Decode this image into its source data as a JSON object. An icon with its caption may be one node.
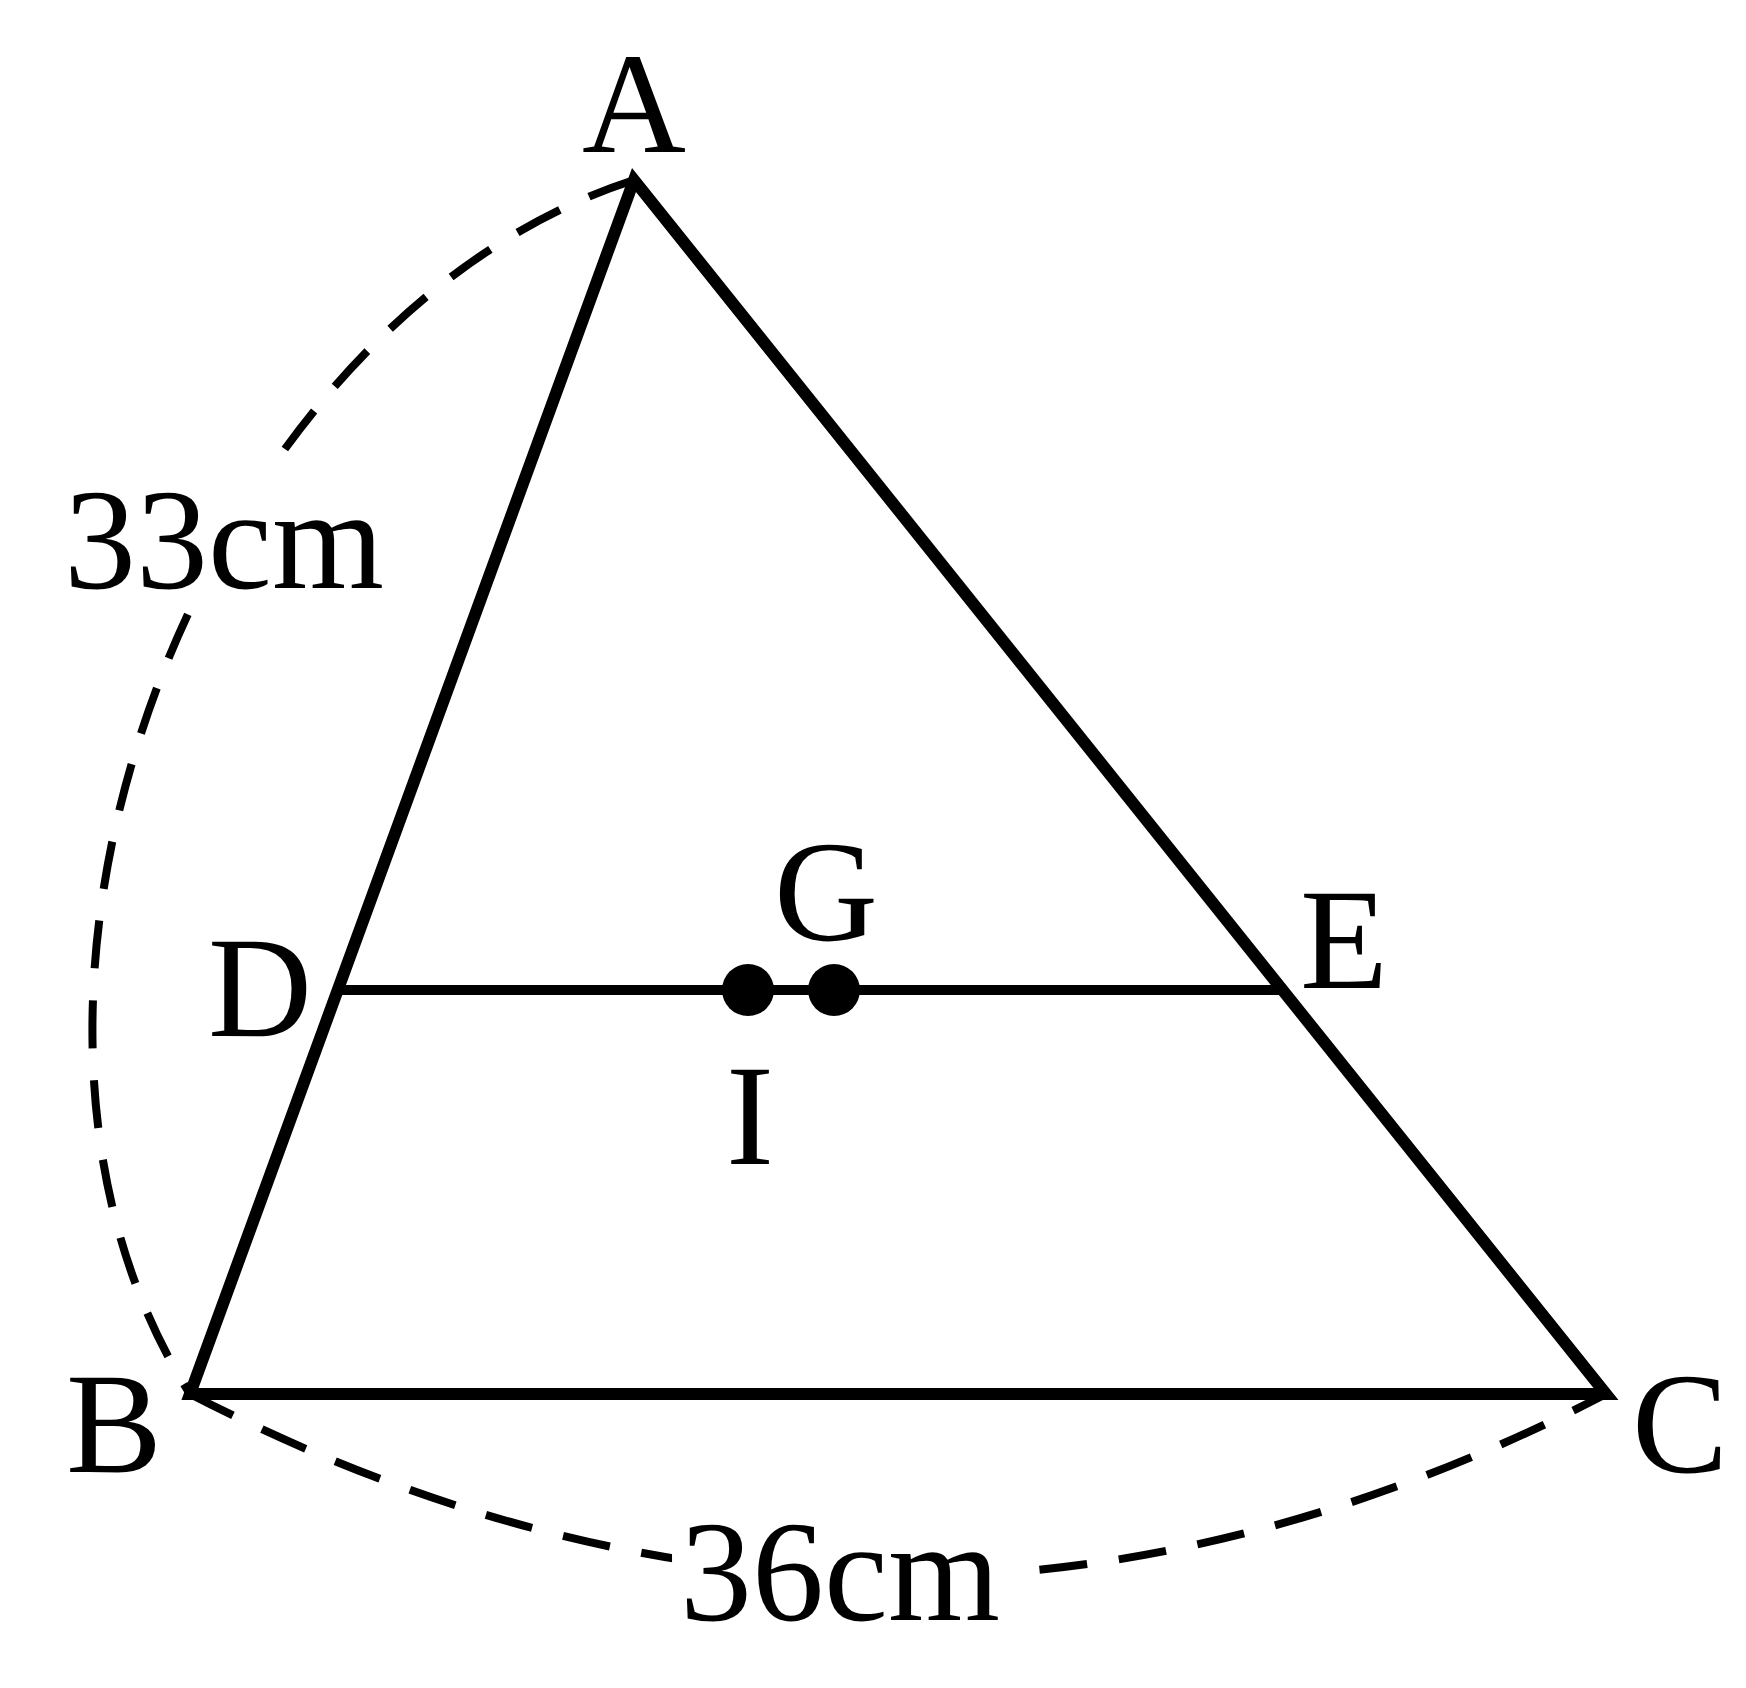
{
  "diagram": {
    "labels": [
      "A",
      "33cm",
      "G",
      "D",
      "E",
      "I",
      "B",
      "C",
      "36cm"
    ]
  }
}
